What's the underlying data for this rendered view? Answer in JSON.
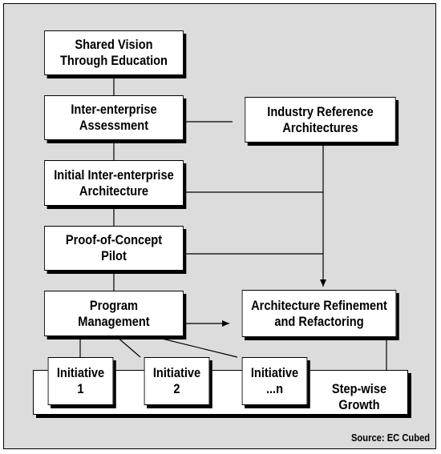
{
  "boxes": {
    "shared_vision": "Shared Vision\nThrough Education",
    "inter_assessment": "Inter-enterprise\nAssessment",
    "initial_architecture": "Initial Inter-enterprise\nArchitecture",
    "poc_pilot": "Proof-of-Concept\nPilot",
    "program_management": "Program\nManagement",
    "industry_reference": "Industry Reference\nArchitectures",
    "refinement": "Architecture Refinement\nand Refactoring",
    "initiative_1": "Initiative\n1",
    "initiative_2": "Initiative\n2",
    "initiative_n": "Initiative\n...n"
  },
  "growth_label": "Step-wise\nGrowth",
  "source": "Source: EC Cubed",
  "colors": {
    "frame_background": "#dcdcdc",
    "box_fill": "#ffffff",
    "stroke": "#000000"
  }
}
